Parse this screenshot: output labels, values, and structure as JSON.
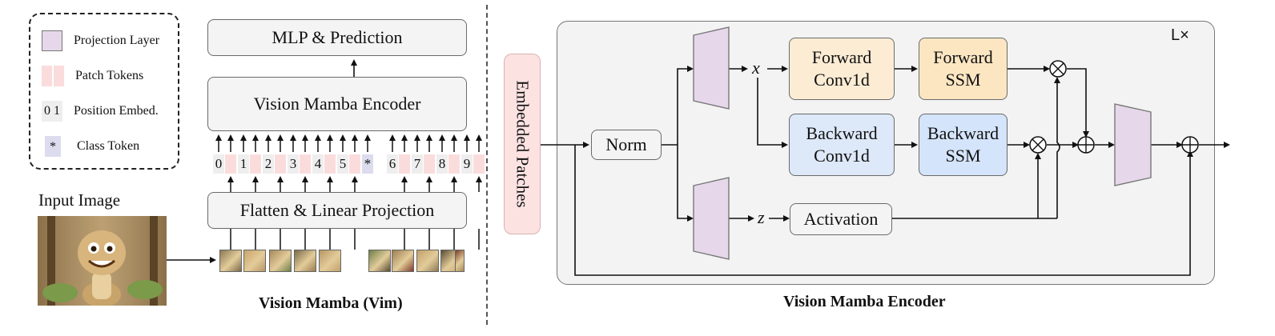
{
  "legend": {
    "items": [
      {
        "label": "Projection Layer",
        "color": "#e6d8ea"
      },
      {
        "label": "Patch Tokens",
        "color": "#fbdcdc"
      },
      {
        "label": "Position Embed.",
        "glyph": "0 1"
      },
      {
        "label": "Class Token",
        "glyph": "*"
      }
    ]
  },
  "left": {
    "input_label": "Input Image",
    "mlp_label": "MLP & Prediction",
    "encoder_label": "Vision Mamba Encoder",
    "flatten_label": "Flatten & Linear Projection",
    "title": "Vision Mamba (Vim)",
    "position_tokens": [
      "0",
      "1",
      "2",
      "3",
      "4",
      "5",
      "*",
      "6",
      "7",
      "8",
      "9"
    ]
  },
  "right": {
    "embedded_label": "Embedded Patches",
    "norm_label": "Norm",
    "var_x": "x",
    "var_z": "z",
    "fwd_conv": "Forward Conv1d",
    "fwd_ssm": "Forward SSM",
    "bwd_conv": "Backward Conv1d",
    "bwd_ssm": "Backward SSM",
    "activation": "Activation",
    "layers_label": "L×",
    "title": "Vision Mamba Encoder",
    "colors": {
      "forward": "#fcecd4",
      "backward": "#dde8f8",
      "projection": "#e6d8ea",
      "embedded": "#fde2e2"
    }
  }
}
